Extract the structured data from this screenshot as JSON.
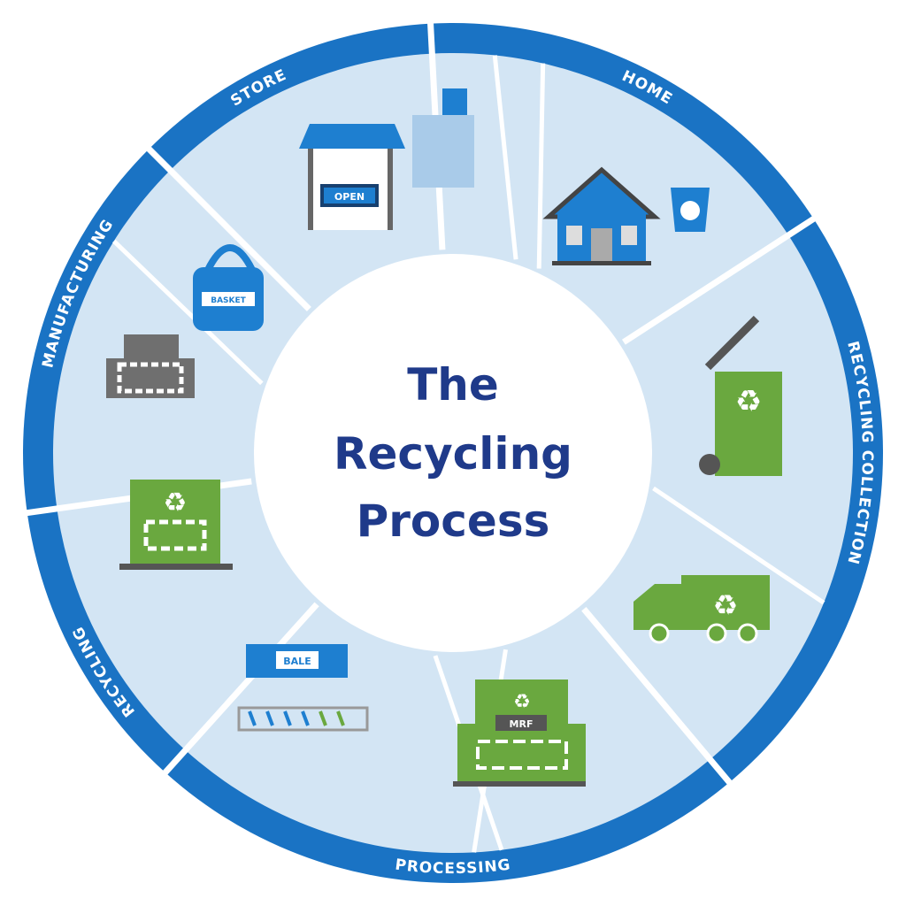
{
  "title": {
    "line1": "The",
    "line2": "Recycling",
    "line3": "Process"
  },
  "stages": [
    {
      "label": "STORE"
    },
    {
      "label": "HOME"
    },
    {
      "label": "RECYCLING COLLECTION"
    },
    {
      "label": "PROCESSING"
    },
    {
      "label": "RECYCLING"
    },
    {
      "label": "MANUFACTURING"
    }
  ],
  "icon_tags": {
    "store_sign": "OPEN",
    "bale": "BALE",
    "mrf": "MRF",
    "basket": "BASKET"
  },
  "icons": [
    "store-icon",
    "shopping-bag-icon",
    "house-icon",
    "cup-icon",
    "recycling-bin-icon",
    "garbage-truck-icon",
    "mrf-facility-icon",
    "bale-conveyor-icon",
    "recycling-factory-icon",
    "factory-icon",
    "basket-icon"
  ],
  "colors": {
    "ring": "#1a73c4",
    "inner": "#d3e5f4",
    "green": "#6aa83f",
    "title": "#1f3a8a",
    "gray": "#6f6f6f"
  }
}
